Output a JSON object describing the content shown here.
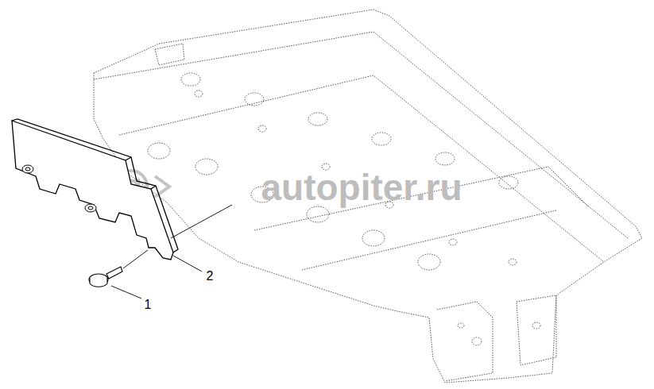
{
  "diagram": {
    "labels": [
      "1",
      "2",
      "autopiter.ru"
    ]
  }
}
